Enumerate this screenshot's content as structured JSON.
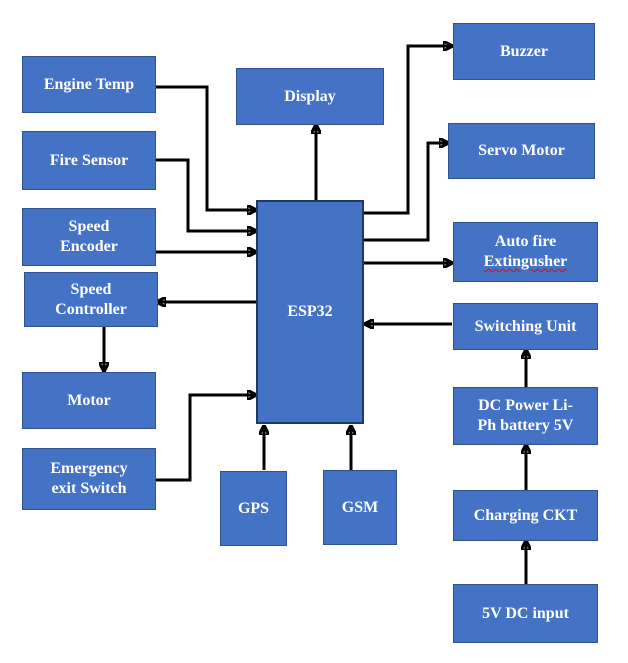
{
  "diagram": {
    "colors": {
      "box_fill": "#4472c4",
      "box_border": "#2f528f",
      "text": "#ffffff",
      "connector": "#000000"
    },
    "blocks": {
      "engine_temp": "Engine Temp",
      "fire_sensor": "Fire Sensor",
      "speed_encoder": "Speed\nEncoder",
      "speed_controller": "Speed\nController",
      "motor": "Motor",
      "emergency_exit_switch": "Emergency\nexit Switch",
      "display": "Display",
      "esp32": "ESP32",
      "gps": "GPS",
      "gsm": "GSM",
      "buzzer": "Buzzer",
      "servo_motor": "Servo Motor",
      "auto_fire_line1": "Auto fire",
      "auto_fire_line2": "Extingusher",
      "switching_unit": "Switching Unit",
      "dc_power": "DC Power Li-\nPh battery 5V",
      "charging_ckt": "Charging CKT",
      "dc_input": "5V DC input"
    }
  }
}
